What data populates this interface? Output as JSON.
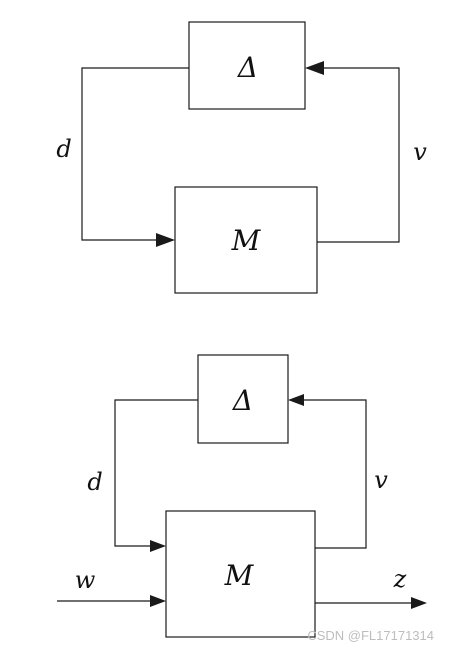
{
  "top_diagram": {
    "delta_label": "Δ",
    "m_label": "M",
    "d_label": "d",
    "v_label": "v"
  },
  "bottom_diagram": {
    "delta_label": "Δ",
    "m_label": "M",
    "d_label": "d",
    "v_label": "v",
    "w_label": "w",
    "z_label": "z"
  },
  "watermark": "CSDN @FL17171314"
}
